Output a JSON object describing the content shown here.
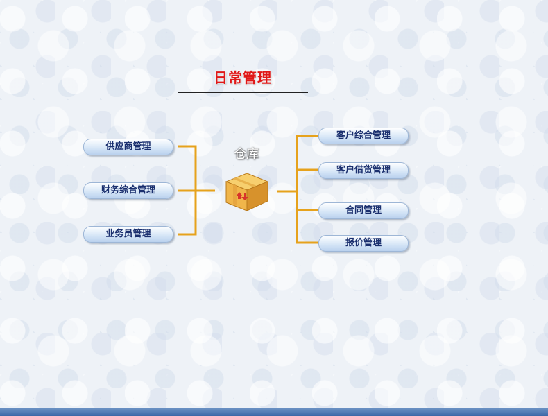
{
  "title": "日常管理",
  "center": {
    "label": "仓库",
    "icon": "cardboard-box-icon"
  },
  "left_menu": [
    {
      "label": "供应商管理"
    },
    {
      "label": "财务综合管理"
    },
    {
      "label": "业务员管理"
    }
  ],
  "right_menu": [
    {
      "label": "客户综合管理"
    },
    {
      "label": "客户借货管理"
    },
    {
      "label": "合同管理"
    },
    {
      "label": "报价管理"
    }
  ],
  "colors": {
    "title": "#e01818",
    "connector": "#e6a21c",
    "button_text": "#1a2f6e",
    "footer": "#3c67a6"
  }
}
